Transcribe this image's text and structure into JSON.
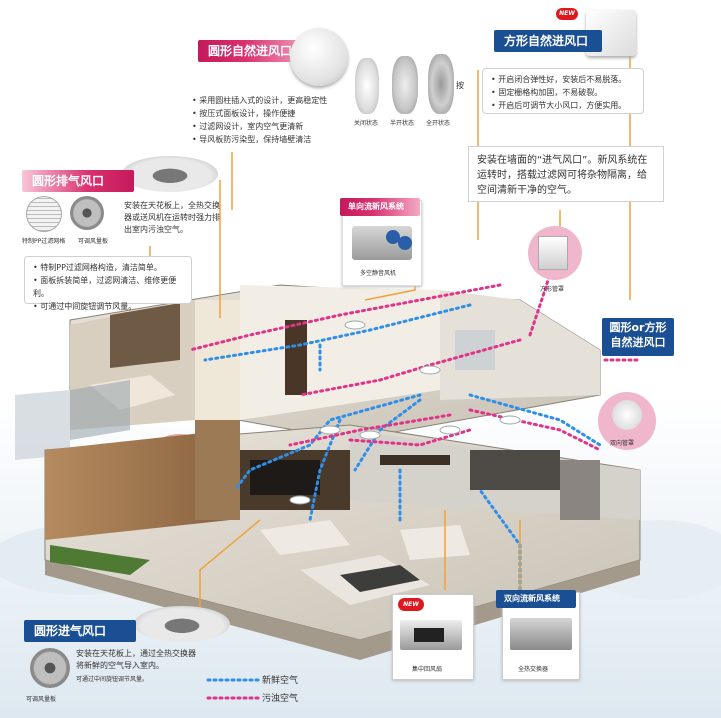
{
  "labels": {
    "round_natural_inlet": "圆形自然进风口",
    "square_natural_inlet": "方形自然进风口",
    "round_exhaust": "圆形排气风口",
    "one_way_system": "单向流新风系统",
    "round_square_inlet_line1": "圆形or方形",
    "round_square_inlet_line2": "自然进风口",
    "two_way_system": "双向流新风系统",
    "round_inlet": "圆形进气风口"
  },
  "round_natural_inlet_features": [
    "采用圆柱插入式的设计，更高稳定性",
    "按压式面板设计，操作便捷",
    "过滤网设计，室内空气更清新",
    "导风板防污染型，保持墙壁清洁"
  ],
  "states": {
    "closed": "关闭状态",
    "half": "半开状态",
    "full": "全开状态",
    "press": "按"
  },
  "new_badge": "NEW",
  "square_natural_inlet_features": [
    "开启闭合弹性好，安装后不易脱落。",
    "固定栅格构加固，不易破裂。",
    "开启后可调节大小风口，方便实用。"
  ],
  "wall_description": "安装在墙面的“进气风口”。新风系统在运转时，搭载过滤网可将杂物隔离，给空间清新干净的空气。",
  "exhaust_description": "安装在天花板上，全热交换器或送风机在运转时强力排出室内污浊空气。",
  "exhaust_captions": {
    "filter": "特制PP过滤网格",
    "adjust": "可调风量板"
  },
  "exhaust_features": [
    "特制PP过滤网格构造，清洁简单。",
    "面板拆装简单，过滤网清洁、维修更便利。",
    "可通过中间旋钮调节风量。"
  ],
  "one_way_device": "多空静音风机",
  "square_duct": "方形管罩",
  "two_way_duct": "双向管罩",
  "inlet_description": "安装在天花板上，通过全热交换器将新鲜的空气导入室内。",
  "inlet_note": "可通过中间旋钮调节风量。",
  "inlet_caption": "可调风量板",
  "central_fan": "集中回风扇",
  "heat_exchanger": "全热交换器",
  "legend": {
    "fresh": "新鲜空气",
    "dirty": "污浊空气"
  },
  "colors": {
    "blue": "#1b4f93",
    "pink": "#d9306f",
    "fresh_arrow": "#2f8fe8",
    "dirty_arrow": "#e0338a"
  }
}
